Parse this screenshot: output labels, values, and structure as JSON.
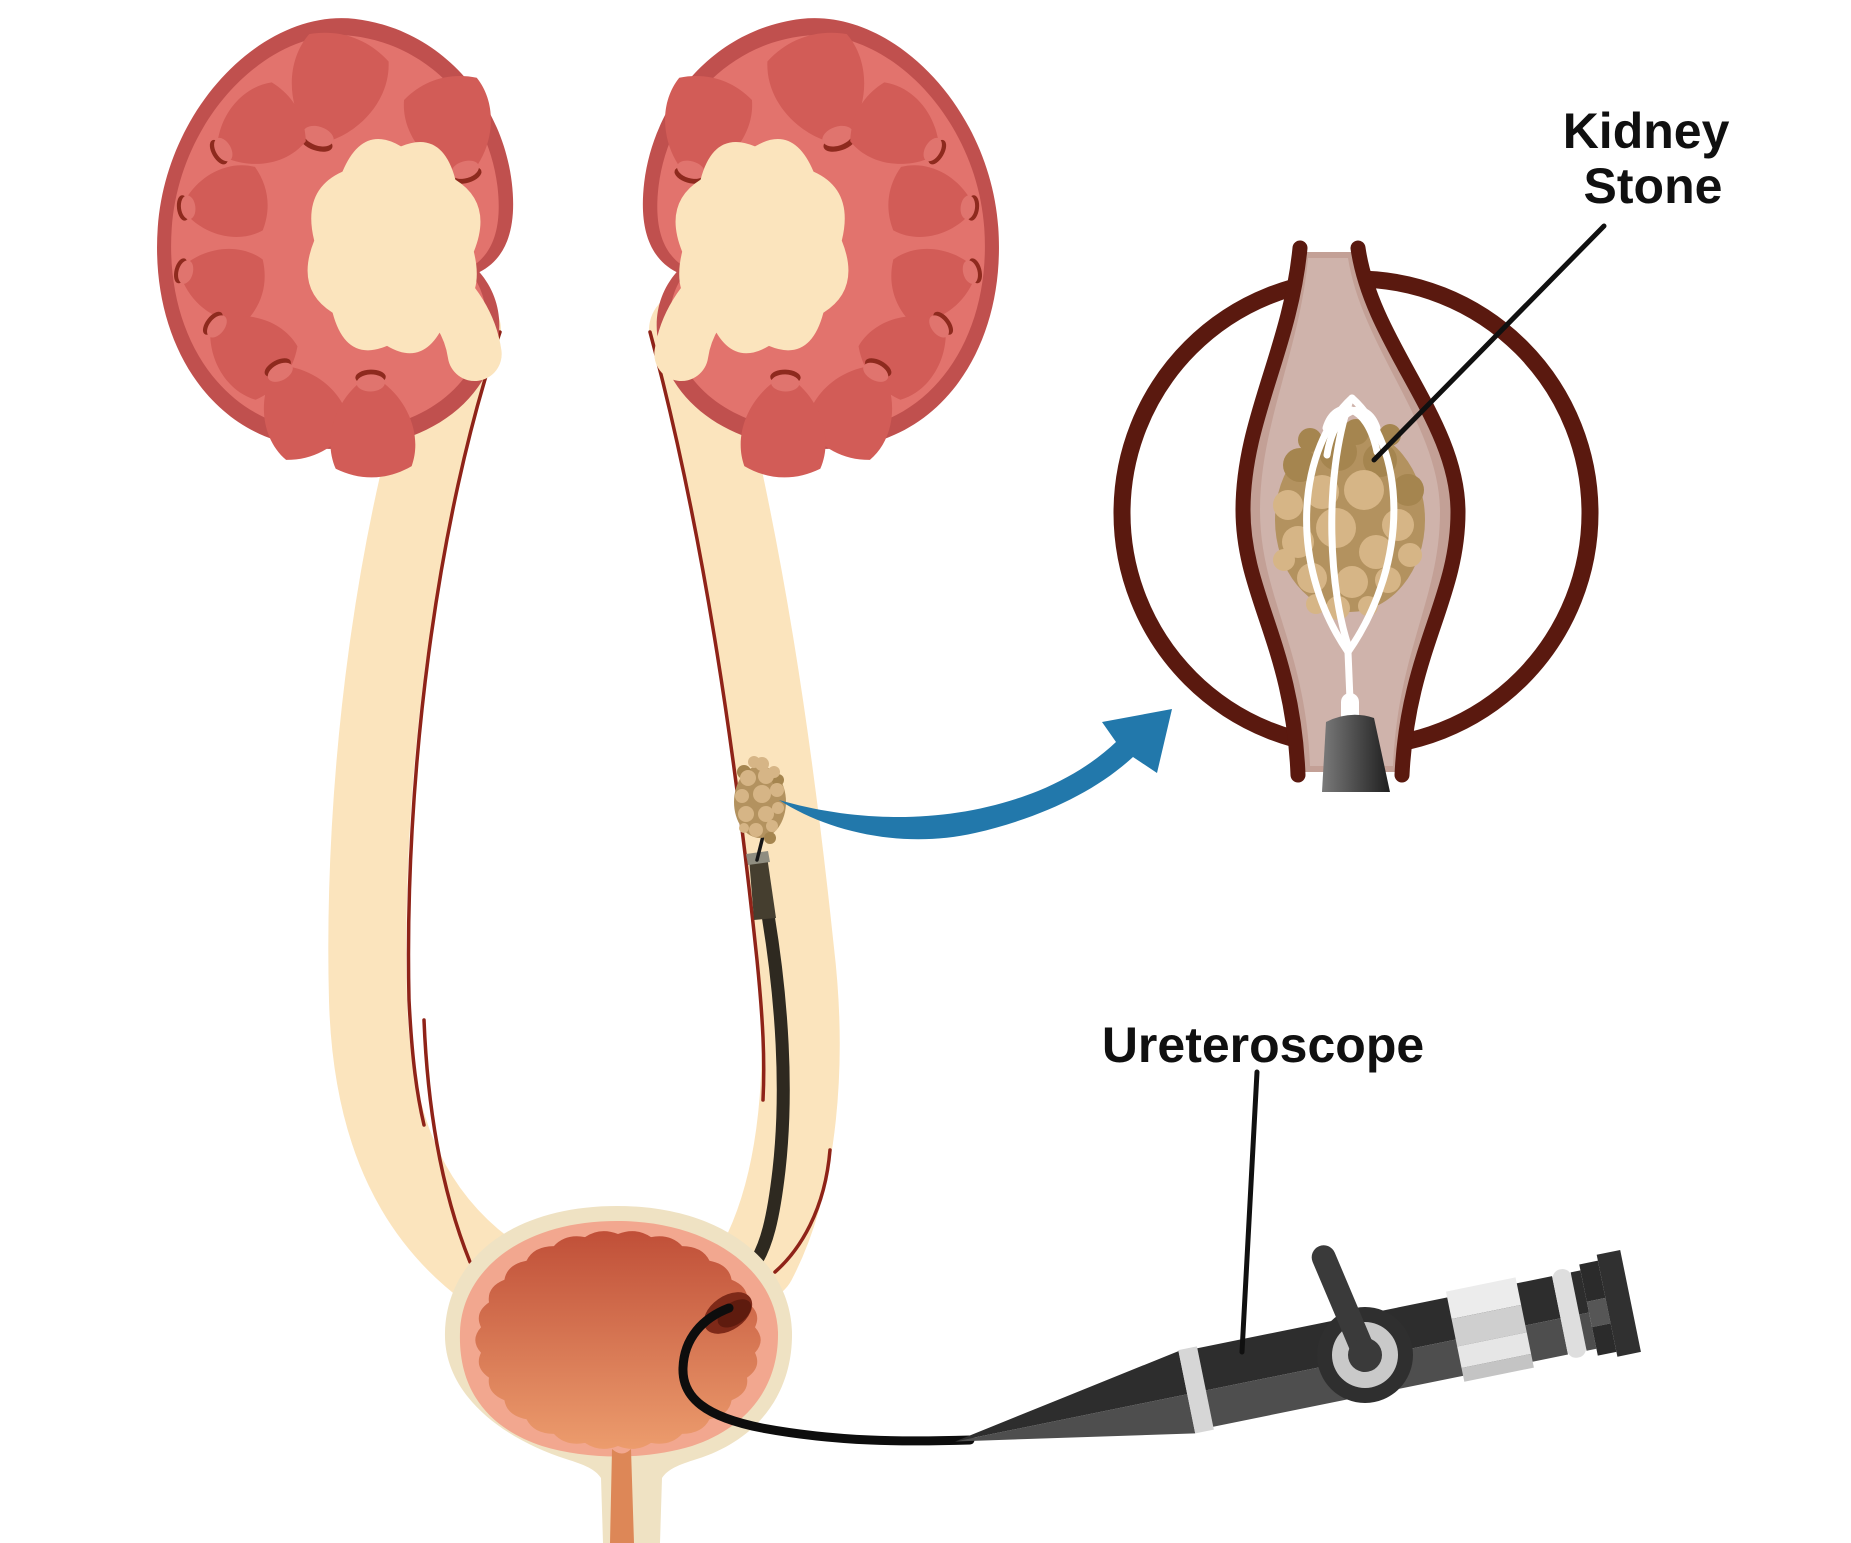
{
  "figure": {
    "kind": "medical-illustration",
    "parts": [
      {
        "name": "left-kidney"
      },
      {
        "name": "right-kidney"
      },
      {
        "name": "left-ureter"
      },
      {
        "name": "right-ureter"
      },
      {
        "name": "bladder"
      },
      {
        "name": "urethra"
      },
      {
        "name": "kidney-stone-in-ureter"
      },
      {
        "name": "magnified-inset-circle"
      },
      {
        "name": "stone-retrieval-basket"
      },
      {
        "name": "ureteroscope-device"
      },
      {
        "name": "scope-cable"
      }
    ]
  },
  "labels": {
    "kidney_stone_line1": "Kidney",
    "kidney_stone_line2": "Stone",
    "ureteroscope": "Ureteroscope"
  },
  "palette": {
    "capsule": "#c0504e",
    "cortex": "#e2736d",
    "pyramid": "#d25c57",
    "pyrline": "#8e2a1e",
    "nub": "#e0746e",
    "cream": "#fbe4bd",
    "ureterline": "#8f2318",
    "bladderwall": "#efe2c3",
    "bladderpink": "#f2a78f",
    "bladdertop": "#c04f38",
    "bladderbottom": "#ec9c6d",
    "urethra": "#dd8757",
    "orifice": "#7e2918",
    "orificedark": "#5e1b0e",
    "cable": "#0d0d0d",
    "scopeband": "#2e2920",
    "rod": "#453e2f",
    "rodcap": "#8f8d80",
    "stonebase": "#b3925f",
    "stonelight": "#d6b586",
    "stonedark": "#a5854f",
    "insetring": "#5a190f",
    "lumen": "#c3a096",
    "lumen2": "#cfb3ab",
    "blue": "#2278ab",
    "ink": "#101010",
    "scopedark": "#2d2d2d",
    "scopemid": "#4e4e4e",
    "scopelight": "#d6d6d6"
  }
}
